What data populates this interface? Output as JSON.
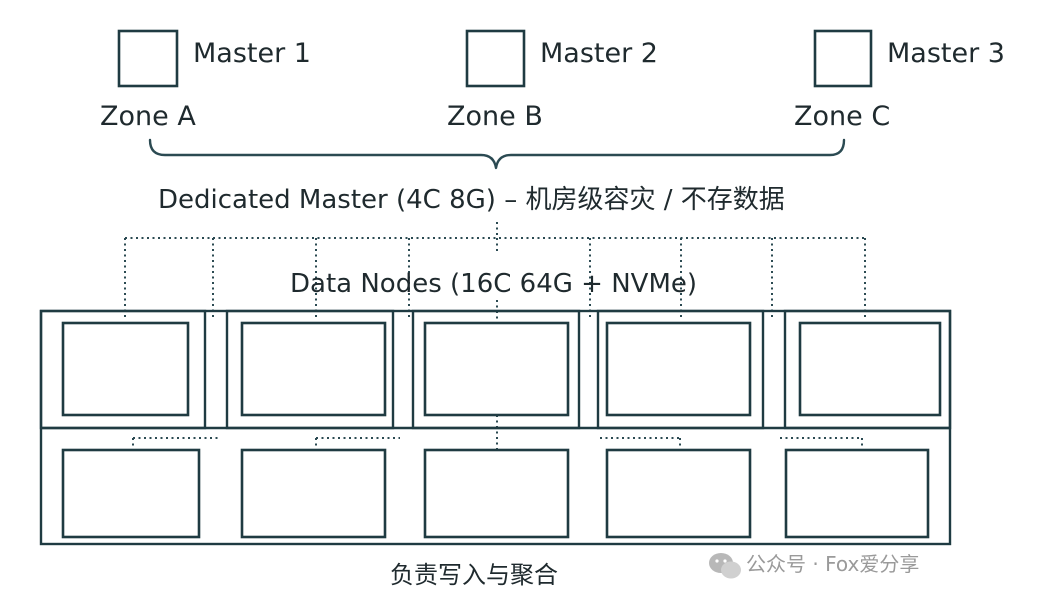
{
  "masters": [
    {
      "label": "Master 1",
      "zone": "Zone A"
    },
    {
      "label": "Master 2",
      "zone": "Zone B"
    },
    {
      "label": "Master 3",
      "zone": "Zone C"
    }
  ],
  "master_caption": "Dedicated Master (4C 8G) – 机房级容灾 / 不存数据",
  "data_nodes_caption": "Data Nodes (16C 64G + NVMe)",
  "footer_caption": "负责写入与聚合",
  "watermark": {
    "text": "公众号 · Fox爱分享",
    "icon": "wechat-icon"
  },
  "colors": {
    "stroke": "#1f3b42",
    "text": "#1f2a2e",
    "watermark": "#9a9a9a"
  }
}
